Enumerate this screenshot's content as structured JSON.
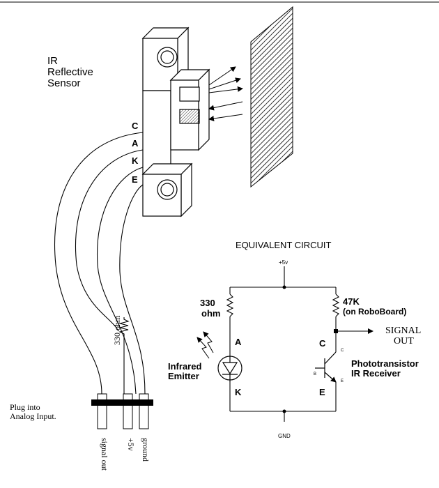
{
  "sensor": {
    "title_lines": [
      "IR",
      "Reflective",
      "Sensor"
    ],
    "pins": [
      "C",
      "A",
      "K",
      "E"
    ]
  },
  "wiring": {
    "resistor_label": "330 ohm",
    "plug_label_lines": [
      "Plug into",
      "Analog Input."
    ],
    "plug_pins": [
      "signal out",
      "+5v",
      "ground"
    ]
  },
  "circuit": {
    "title": "EQUIVALENT CIRCUIT",
    "supply": "+5v",
    "ground": "GND",
    "r1_value": "330",
    "r1_unit": "ohm",
    "r2_value": "47K",
    "r2_note": "(on RoboBoard)",
    "emitter_anode": "A",
    "emitter_cathode": "K",
    "emitter_label_lines": [
      "Infrared",
      "Emitter"
    ],
    "collector": "C",
    "emitter_pin": "E",
    "signal_lines": [
      "SIGNAL",
      "OUT"
    ],
    "transistor_label_lines": [
      "Phototransistor",
      "IR Receiver"
    ],
    "tiny_c": "C",
    "tiny_b": "B",
    "tiny_e": "E"
  }
}
